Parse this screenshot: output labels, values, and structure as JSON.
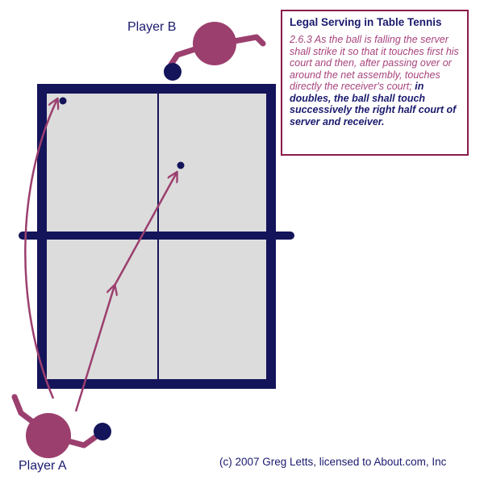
{
  "players": {
    "a_label": "Player A",
    "b_label": "Player B"
  },
  "rule": {
    "title": "Legal Serving in Table Tennis",
    "number": "2.6.3",
    "text_main": "As the ball is falling the server shall strike it so that it touches first his court and then, after passing over or around the net assembly, touches directly the receiver's court;",
    "text_doubles": "in doubles, the ball shall touch successively the right half court of server and receiver."
  },
  "copyright": "(c) 2007 Greg Letts, licensed to About.com, Inc",
  "colors": {
    "table_border": "#14145a",
    "table_surface": "#dcdcdc",
    "player": "#9b3f6e",
    "paddle": "#14145a",
    "arrow": "#9b3f6e",
    "box_border": "#8a1a4a"
  }
}
